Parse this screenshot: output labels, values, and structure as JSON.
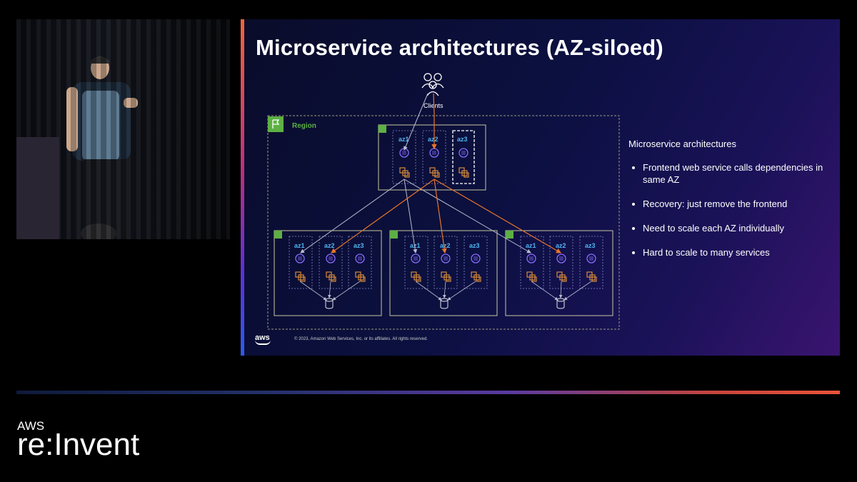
{
  "slide": {
    "title": "Microservice architectures (AZ-siloed)",
    "diagram": {
      "clients_label": "Clients",
      "region_label": "Region",
      "frontend_azs": [
        "az1",
        "az2",
        "az3"
      ],
      "service_groups": [
        {
          "azs": [
            "az1",
            "az2",
            "az3"
          ]
        },
        {
          "azs": [
            "az1",
            "az2",
            "az3"
          ]
        },
        {
          "azs": [
            "az1",
            "az2",
            "az3"
          ]
        }
      ]
    },
    "bullets": {
      "heading": "Microservice architectures",
      "items": [
        "Frontend web service calls dependencies in same AZ",
        "Recovery: just remove the frontend",
        "Need to scale each AZ individually",
        "Hard to scale to many services"
      ]
    },
    "footer": {
      "logo_text": "aws",
      "copyright": "© 2023, Amazon Web Services, Inc. or its affiliates. All rights reserved."
    },
    "colors": {
      "orange_arrow": "#e8762b",
      "gray_arrow": "#b8bcd0",
      "group_border": "#c9c7a0",
      "region_green": "#5db043"
    }
  },
  "brand": {
    "aws": "AWS",
    "event": "re:Invent"
  }
}
